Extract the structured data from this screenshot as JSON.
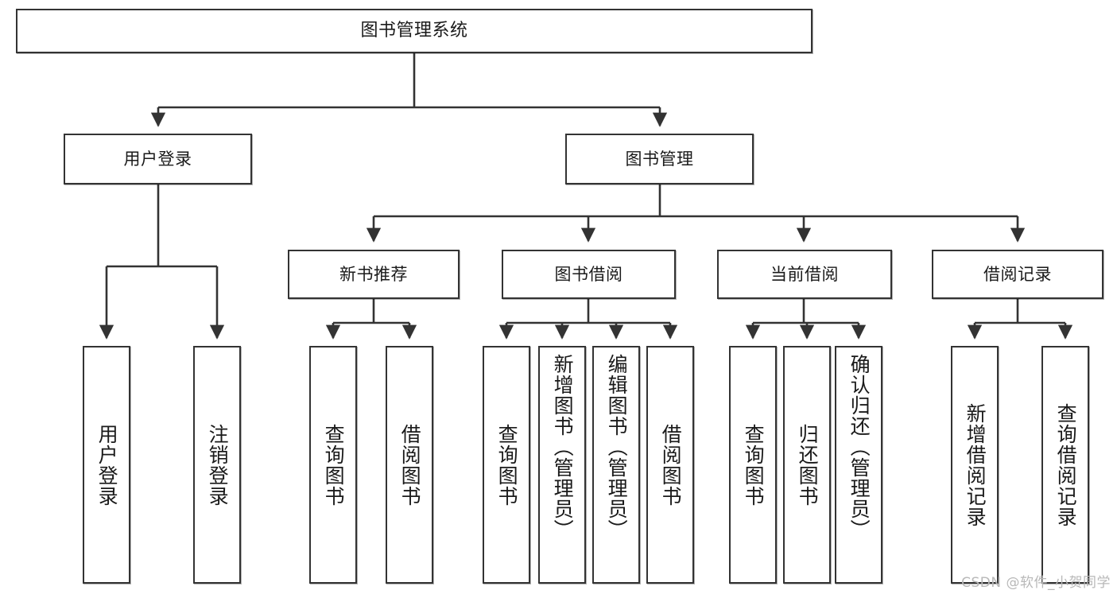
{
  "diagram": {
    "title": "图书管理系统",
    "type": "tree",
    "watermark": "CSDN @软件_小贺同学",
    "stroke_color": "#333333",
    "background_color": "#ffffff",
    "text_color": "#1a1a1a",
    "levels": {
      "root": [
        "图书管理系统"
      ],
      "level1": [
        "用户登录",
        "图书管理"
      ],
      "level2": [
        "新书推荐",
        "图书借阅",
        "当前借阅",
        "借阅记录"
      ],
      "leaves": [
        "用户登录",
        "注销登录",
        "查询图书",
        "借阅图书",
        "查询图书",
        "新增图书（管理员）",
        "编辑图书（管理员）",
        "借阅图书",
        "查询图书",
        "归还图书",
        "确认归还（管理员）",
        "新增借阅记录",
        "查询借阅记录"
      ]
    },
    "nodes": {
      "root": {
        "label": "图书管理系统"
      },
      "user_login": {
        "label": "用户登录"
      },
      "book_manage": {
        "label": "图书管理"
      },
      "new_book_rec": {
        "label": "新书推荐"
      },
      "book_borrow": {
        "label": "图书借阅"
      },
      "current_borrow": {
        "label": "当前借阅"
      },
      "borrow_record": {
        "label": "借阅记录"
      },
      "leaf_user_login": {
        "label": "用户登录"
      },
      "leaf_logout": {
        "label": "注销登录"
      },
      "leaf_query_book_1": {
        "label": "查询图书"
      },
      "leaf_borrow_book_1": {
        "label": "借阅图书"
      },
      "leaf_query_book_2": {
        "label": "查询图书"
      },
      "leaf_add_book_admin": {
        "label": "新增图书（管理员）"
      },
      "leaf_edit_book_admin": {
        "label": "编辑图书（管理员）"
      },
      "leaf_borrow_book_2": {
        "label": "借阅图书"
      },
      "leaf_query_book_3": {
        "label": "查询图书"
      },
      "leaf_return_book": {
        "label": "归还图书"
      },
      "leaf_confirm_return_admin": {
        "label": "确认归还（管理员）"
      },
      "leaf_add_borrow_record": {
        "label": "新增借阅记录"
      },
      "leaf_query_borrow_record": {
        "label": "查询借阅记录"
      }
    },
    "edges": [
      {
        "from": "root",
        "to": "user_login"
      },
      {
        "from": "root",
        "to": "book_manage"
      },
      {
        "from": "user_login",
        "to": "leaf_user_login"
      },
      {
        "from": "user_login",
        "to": "leaf_logout"
      },
      {
        "from": "book_manage",
        "to": "new_book_rec"
      },
      {
        "from": "book_manage",
        "to": "book_borrow"
      },
      {
        "from": "book_manage",
        "to": "current_borrow"
      },
      {
        "from": "book_manage",
        "to": "borrow_record"
      },
      {
        "from": "new_book_rec",
        "to": "leaf_query_book_1"
      },
      {
        "from": "new_book_rec",
        "to": "leaf_borrow_book_1"
      },
      {
        "from": "book_borrow",
        "to": "leaf_query_book_2"
      },
      {
        "from": "book_borrow",
        "to": "leaf_add_book_admin"
      },
      {
        "from": "book_borrow",
        "to": "leaf_edit_book_admin"
      },
      {
        "from": "book_borrow",
        "to": "leaf_borrow_book_2"
      },
      {
        "from": "current_borrow",
        "to": "leaf_query_book_3"
      },
      {
        "from": "current_borrow",
        "to": "leaf_return_book"
      },
      {
        "from": "current_borrow",
        "to": "leaf_confirm_return_admin"
      },
      {
        "from": "borrow_record",
        "to": "leaf_add_borrow_record"
      },
      {
        "from": "borrow_record",
        "to": "leaf_query_borrow_record"
      }
    ]
  }
}
